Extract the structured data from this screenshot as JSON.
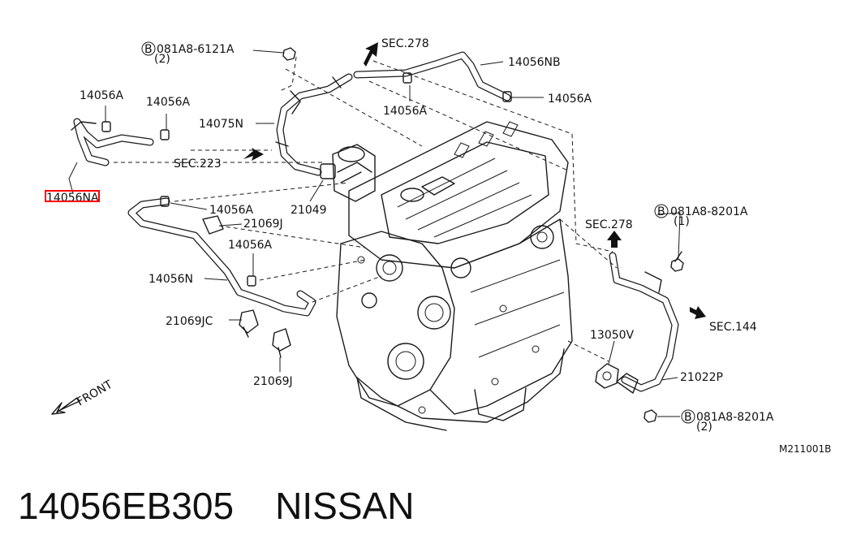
{
  "diagram": {
    "labels": {
      "bolt_top": "081A8-6121A",
      "bolt_top_qty": "(2)",
      "sec278_top": "SEC.278",
      "hose_14056nb": "14056NB",
      "clamp_a1": "14056A",
      "clamp_a2": "14056A",
      "clamp_a3": "14056A",
      "clamp_a4": "14056A",
      "clamp_a5": "14056A",
      "clamp_a6": "14056A",
      "hose_14056na": "14056NA",
      "pipe_14075n": "14075N",
      "sec223": "SEC.223",
      "part_21049": "21049",
      "clip_21069j_upper": "21069J",
      "hose_14056n": "14056N",
      "clip_21069jc": "21069JC",
      "clip_21069j_lower": "21069J",
      "sec278_right": "SEC.278",
      "bolt_right": "081A8-8201A",
      "bolt_right_qty": "(1)",
      "sec144": "SEC.144",
      "gasket_13050v": "13050V",
      "pipe_21022p": "21022P",
      "bolt_bottom": "081A8-8201A",
      "bolt_bottom_qty": "(2)",
      "bolt_marker": "B",
      "front": "FRONT",
      "diagram_code": "M211001B"
    },
    "highlight_color": "#ff0000"
  },
  "footer": {
    "part_number": "14056EB305",
    "brand": "NISSAN"
  }
}
